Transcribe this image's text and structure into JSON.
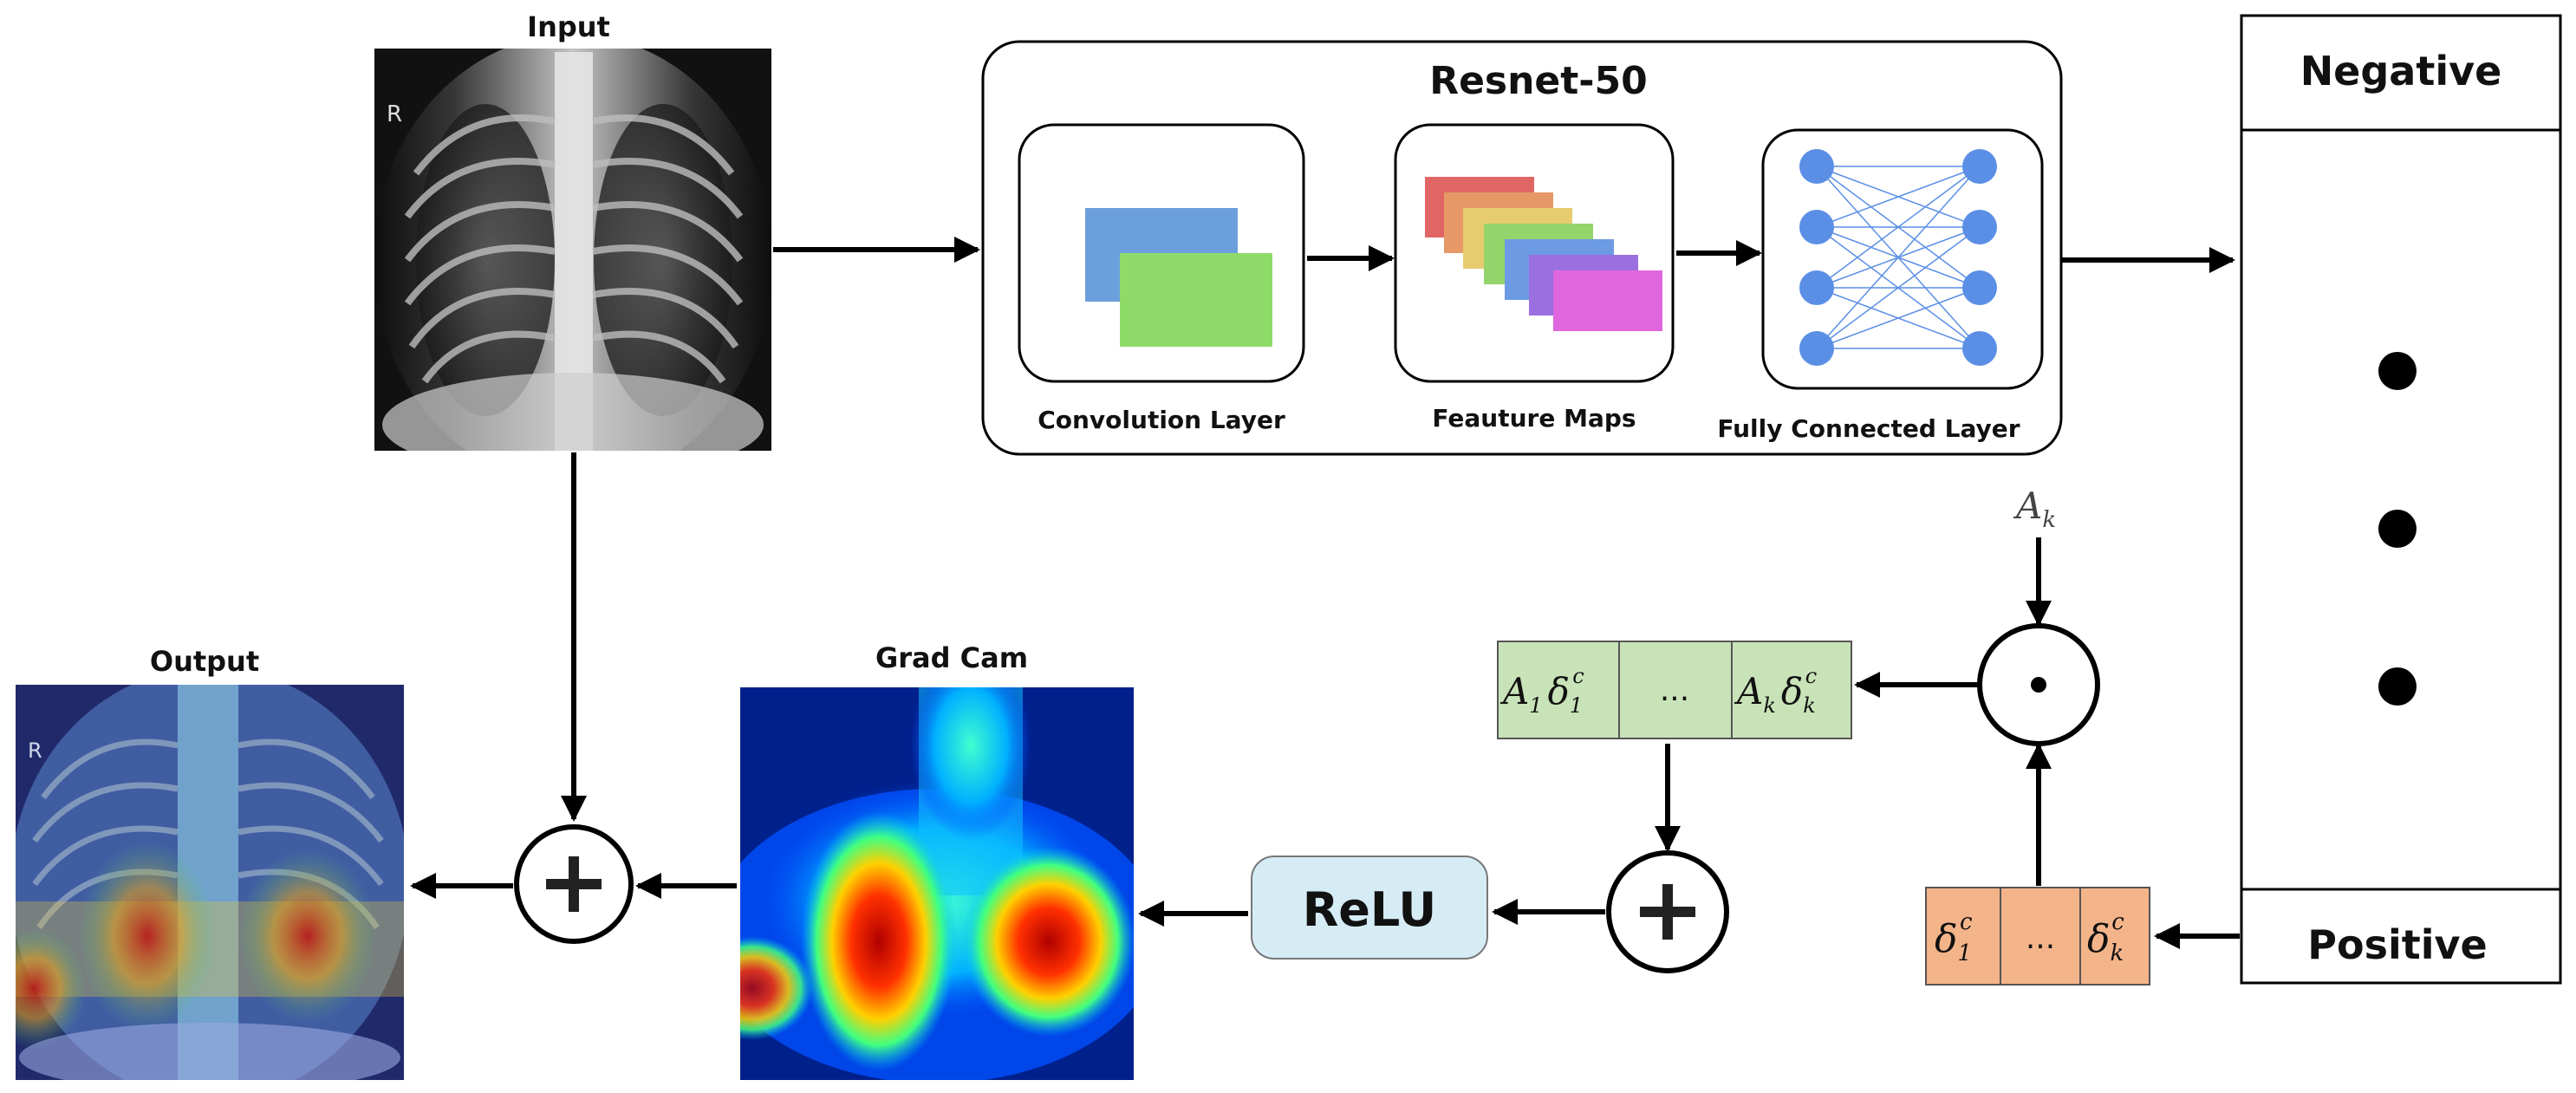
{
  "input": {
    "title": "Input",
    "marker": "R"
  },
  "resnet": {
    "title": "Resnet-50",
    "blocks": [
      {
        "label": "Convolution Layer"
      },
      {
        "label": "Feauture Maps"
      },
      {
        "label": "Fully Connected Layer"
      }
    ],
    "feature_map_colors": [
      "#e06666",
      "#e69966",
      "#e6cc6e",
      "#93d46b",
      "#6c9ae3",
      "#9b6fe0",
      "#e066e0"
    ],
    "conv_colors": [
      "#6ca0dc",
      "#8fdb6a"
    ],
    "fc_node_color": "#5b8fe6"
  },
  "output_panel": {
    "top_label": "Negative",
    "bottom_label": "Positive"
  },
  "gradients": {
    "delta_1": "δ",
    "ellipsis": "...",
    "delta_k": "δ",
    "sub_1": "1",
    "sub_k": "k",
    "sup": "c"
  },
  "weighted": {
    "a1": "A",
    "sub_a1": "1",
    "ellipsis": "...",
    "ak": "A",
    "sub_ak": "k"
  },
  "ak_label": {
    "base": "A",
    "sub": "k"
  },
  "relu": {
    "label": "ReLU"
  },
  "grad_cam": {
    "title": "Grad Cam"
  },
  "output": {
    "title": "Output",
    "marker": "R"
  },
  "colors": {
    "green_cells": "#c9e3b8",
    "orange_cells": "#f4b48a",
    "relu_fill": "#d6ecf5"
  }
}
